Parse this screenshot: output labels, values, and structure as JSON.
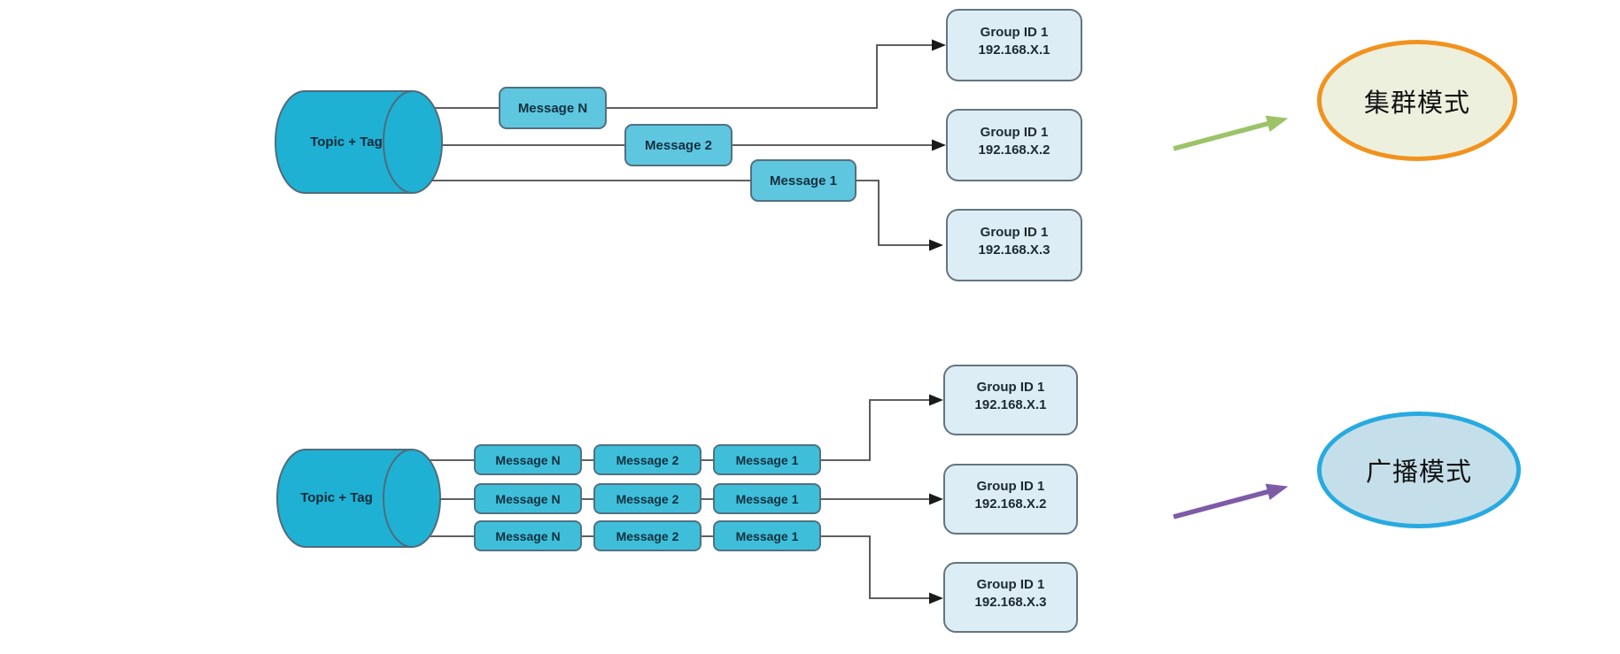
{
  "colors": {
    "cylinder_fill": "#1fb1d4",
    "message_fill_top": "#5fc6e0",
    "message_fill_bottom": "#3fbeda",
    "shape_border": "#517181",
    "group_fill": "#ddedf5",
    "group_border": "#64757f",
    "connector_line": "#4a4a4a",
    "connector_arrowhead": "#1a1a1a",
    "cluster_arrow": "#9cc368",
    "cluster_ellipse_fill": "#edf0dd",
    "cluster_ellipse_border": "#f2921d",
    "broadcast_arrow": "#7e5ba6",
    "broadcast_ellipse_fill": "#c4dfea",
    "broadcast_ellipse_border": "#28aae1"
  },
  "cluster": {
    "topic_label": "Topic + Tag",
    "messages": [
      "Message N",
      "Message 2",
      "Message 1"
    ],
    "consumers": [
      {
        "group": "Group ID 1",
        "ip": "192.168.X.1"
      },
      {
        "group": "Group ID 1",
        "ip": "192.168.X.2"
      },
      {
        "group": "Group ID 1",
        "ip": "192.168.X.3"
      }
    ],
    "mode_label": "集群模式"
  },
  "broadcast": {
    "topic_label": "Topic + Tag",
    "rows": [
      [
        "Message N",
        "Message 2",
        "Message 1"
      ],
      [
        "Message N",
        "Message 2",
        "Message 1"
      ],
      [
        "Message N",
        "Message 2",
        "Message 1"
      ]
    ],
    "consumers": [
      {
        "group": "Group ID 1",
        "ip": "192.168.X.1"
      },
      {
        "group": "Group ID 1",
        "ip": "192.168.X.2"
      },
      {
        "group": "Group ID 1",
        "ip": "192.168.X.3"
      }
    ],
    "mode_label": "广播模式"
  }
}
